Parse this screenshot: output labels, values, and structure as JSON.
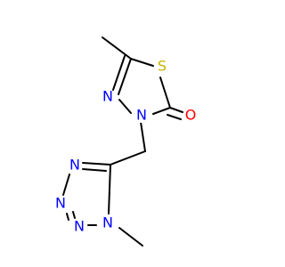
{
  "molecule": {
    "atoms": {
      "s1": {
        "label": "S",
        "color": "#c8b400"
      },
      "o1": {
        "label": "O",
        "color": "#ff0000"
      },
      "n_thiadiazole_3": {
        "label": "N",
        "color": "#0000ff"
      },
      "n_thiadiazole_4": {
        "label": "N",
        "color": "#0000ff"
      },
      "n_tetrazole_1": {
        "label": "N",
        "color": "#0000ff"
      },
      "n_tetrazole_2": {
        "label": "N",
        "color": "#0000ff"
      },
      "n_tetrazole_3": {
        "label": "N",
        "color": "#0000ff"
      },
      "n_tetrazole_4": {
        "label": "N",
        "color": "#0000ff"
      }
    }
  }
}
